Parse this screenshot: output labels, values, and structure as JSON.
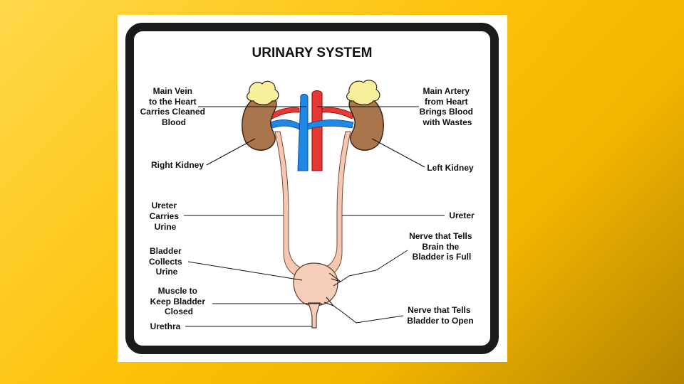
{
  "title": "URINARY SYSTEM",
  "labels": {
    "main_vein": [
      "Main Vein",
      "to the Heart",
      "Carries Cleaned",
      "Blood"
    ],
    "main_artery": [
      "Main Artery",
      "from Heart",
      "Brings Blood",
      "with Wastes"
    ],
    "right_kidney": "Right Kidney",
    "left_kidney": "Left Kidney",
    "ureter_left": [
      "Ureter",
      "Carries",
      "Urine"
    ],
    "ureter_right": "Ureter",
    "bladder": [
      "Bladder",
      "Collects",
      "Urine"
    ],
    "muscle": [
      "Muscle to",
      "Keep Bladder",
      "Closed"
    ],
    "urethra": "Urethra",
    "nerve_full": [
      "Nerve that Tells",
      "Brain the",
      "Bladder is Full"
    ],
    "nerve_open": [
      "Nerve that Tells",
      "Bladder to Open"
    ]
  },
  "colors": {
    "kidney": "#a9754c",
    "adrenal": "#f6ef9c",
    "vein": "#1e88e5",
    "artery": "#e53935",
    "ureter": "#f4c7b0",
    "bladder": "#f6cdb8",
    "nerve": "#111111"
  }
}
